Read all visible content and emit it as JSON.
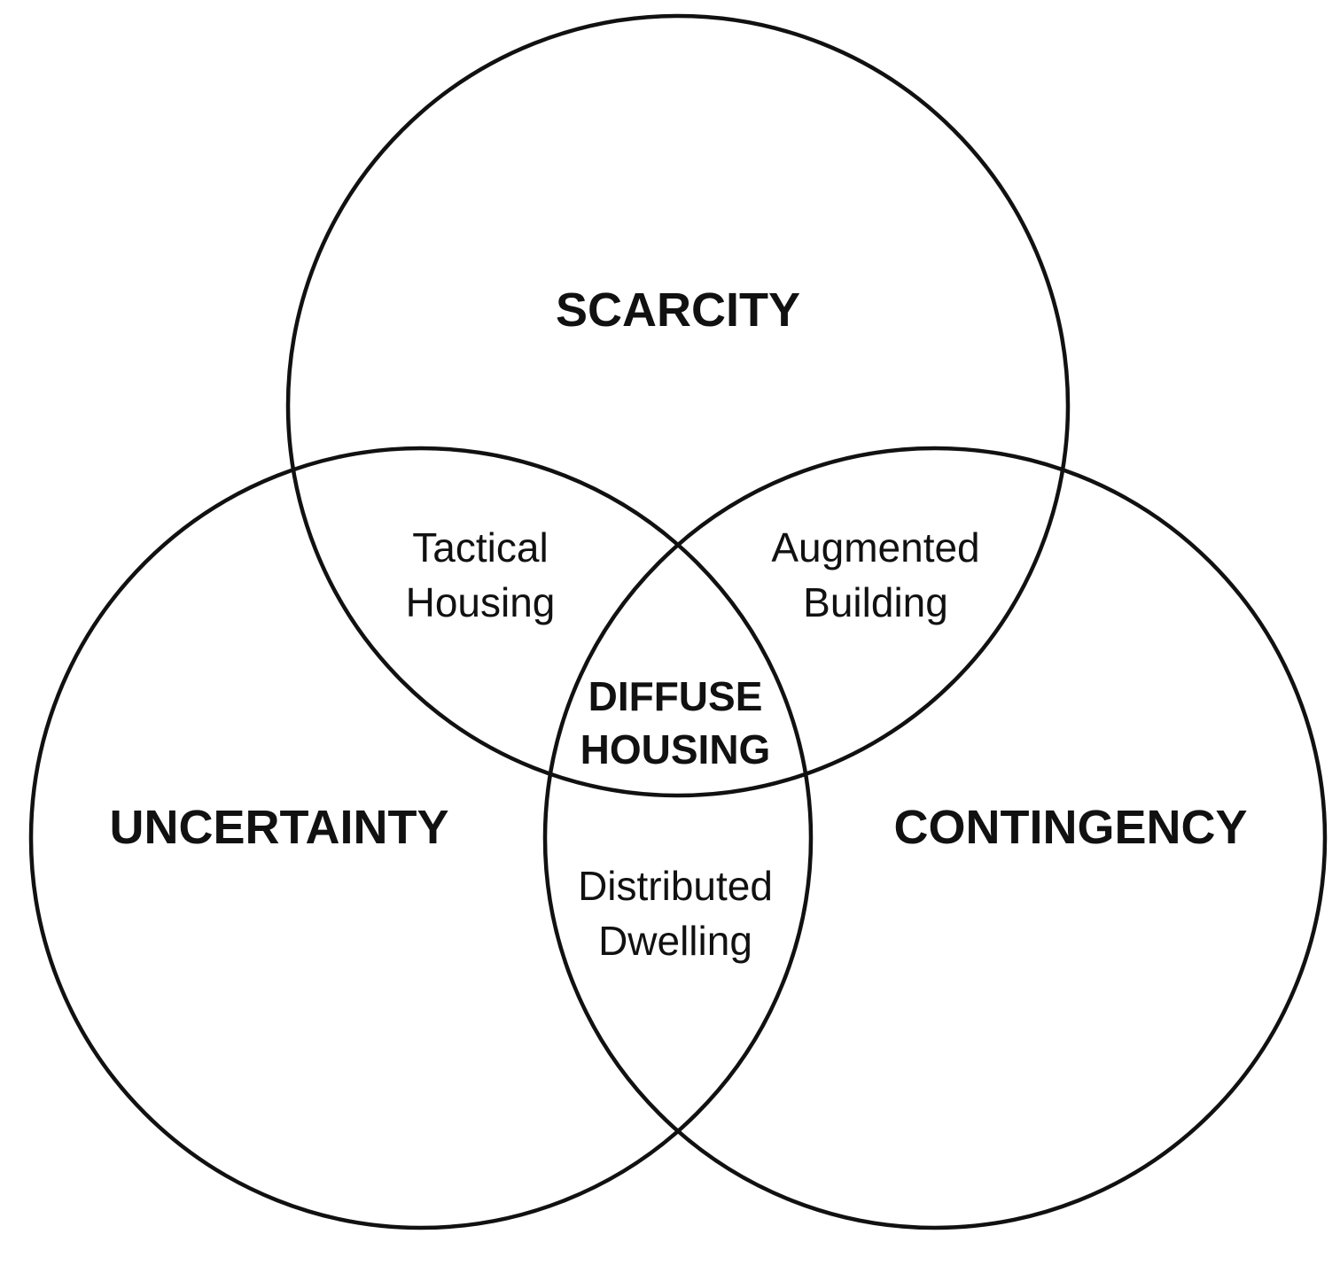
{
  "diagram": {
    "sets": {
      "scarcity": "SCARCITY",
      "uncertainty": "UNCERTAINTY",
      "contingency": "CONTINGENCY"
    },
    "intersections": {
      "scarcity_uncertainty": [
        "Tactical",
        "Housing"
      ],
      "scarcity_contingency": [
        "Augmented",
        "Building"
      ],
      "uncertainty_contingency": [
        "Distributed",
        "Dwelling"
      ],
      "all_three": [
        "DIFFUSE",
        "HOUSING"
      ]
    },
    "colors": {
      "stroke": "#111111",
      "background": "#ffffff"
    }
  }
}
